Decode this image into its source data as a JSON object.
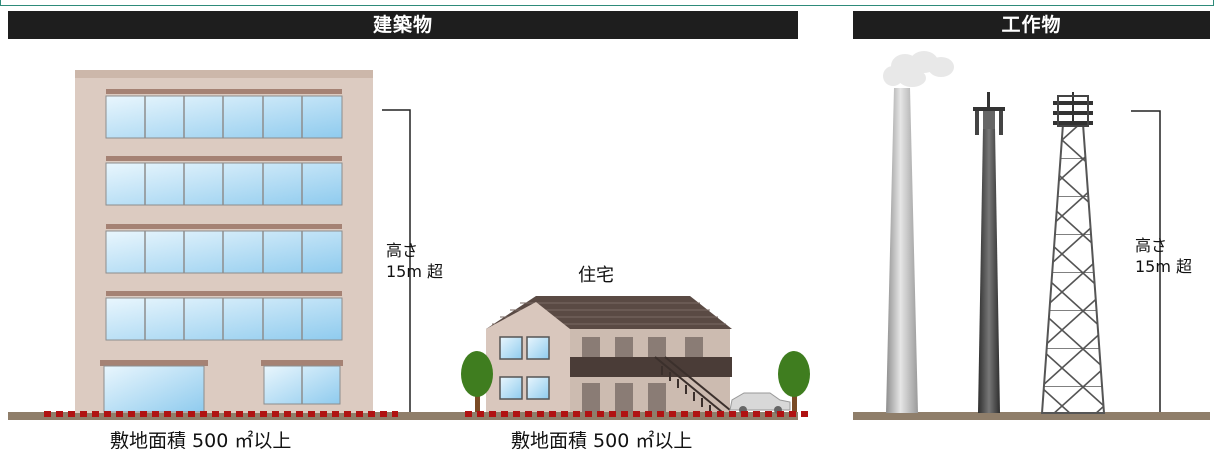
{
  "headers": {
    "buildings": "建築物",
    "structures": "工作物"
  },
  "labels": {
    "house": "住宅",
    "height_line1": "高さ",
    "height_line2": "15m 超",
    "site_area": "敷地面積 500 ㎡以上"
  },
  "colors": {
    "header_bg": "#1e1e1e",
    "ground": "#8f7e6a",
    "site_boundary": "#b01212",
    "frame": "#2e8b7a"
  }
}
